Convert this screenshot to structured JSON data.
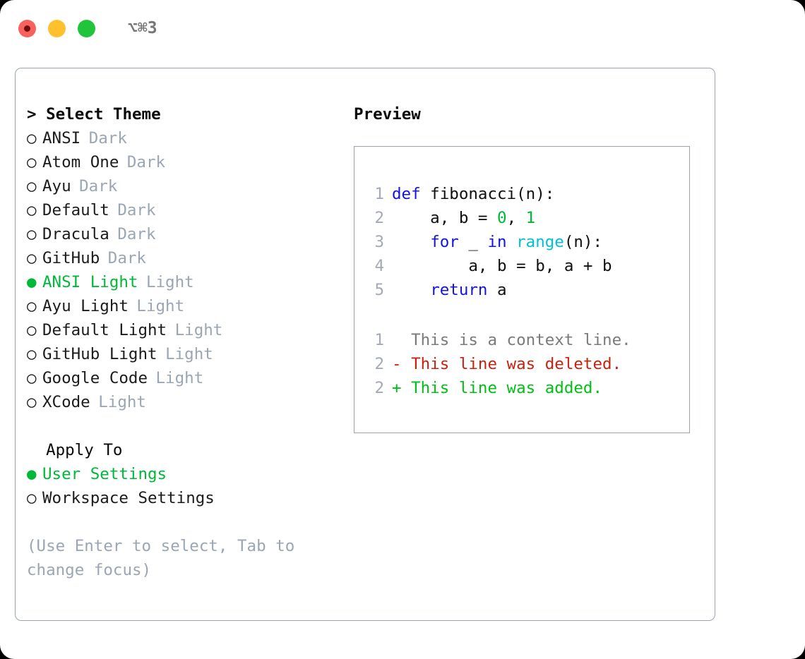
{
  "titlebar": {
    "lights": [
      {
        "name": "close-button",
        "color": "#f9615c"
      },
      {
        "name": "minimize-button",
        "color": "#ffc02e"
      },
      {
        "name": "maximize-button",
        "color": "#22c43c"
      }
    ],
    "shortcut": "⌥⌘3"
  },
  "left": {
    "heading": "> Select Theme",
    "themes": [
      {
        "bullet": "○",
        "name": "ANSI",
        "suffix": "Dark",
        "selected": false
      },
      {
        "bullet": "○",
        "name": "Atom One",
        "suffix": "Dark",
        "selected": false
      },
      {
        "bullet": "○",
        "name": "Ayu",
        "suffix": "Dark",
        "selected": false
      },
      {
        "bullet": "○",
        "name": "Default",
        "suffix": "Dark",
        "selected": false
      },
      {
        "bullet": "○",
        "name": "Dracula",
        "suffix": "Dark",
        "selected": false
      },
      {
        "bullet": "○",
        "name": "GitHub",
        "suffix": "Dark",
        "selected": false
      },
      {
        "bullet": "●",
        "name": "ANSI Light",
        "suffix": "Light",
        "selected": true
      },
      {
        "bullet": "○",
        "name": "Ayu Light",
        "suffix": "Light",
        "selected": false
      },
      {
        "bullet": "○",
        "name": "Default Light",
        "suffix": "Light",
        "selected": false
      },
      {
        "bullet": "○",
        "name": "GitHub Light",
        "suffix": "Light",
        "selected": false
      },
      {
        "bullet": "○",
        "name": "Google Code",
        "suffix": "Light",
        "selected": false
      },
      {
        "bullet": "○",
        "name": "XCode",
        "suffix": "Light",
        "selected": false
      }
    ],
    "apply_heading": "  Apply To",
    "apply_options": [
      {
        "bullet": "●",
        "name": "User Settings",
        "selected": true
      },
      {
        "bullet": "○",
        "name": "Workspace Settings",
        "selected": false
      }
    ],
    "hint": "(Use Enter to select, Tab to change focus)"
  },
  "right": {
    "title": "Preview",
    "code": [
      {
        "no": "1",
        "tokens": [
          {
            "t": "def",
            "c": "kw"
          },
          {
            "t": " fibonacci(n):",
            "c": "pln"
          }
        ]
      },
      {
        "no": "2",
        "tokens": [
          {
            "t": "    a, b = ",
            "c": "pln"
          },
          {
            "t": "0",
            "c": "num"
          },
          {
            "t": ", ",
            "c": "pln"
          },
          {
            "t": "1",
            "c": "num"
          }
        ]
      },
      {
        "no": "3",
        "tokens": [
          {
            "t": "    ",
            "c": "pln"
          },
          {
            "t": "for",
            "c": "kw"
          },
          {
            "t": " _ ",
            "c": "pln"
          },
          {
            "t": "in",
            "c": "kw"
          },
          {
            "t": " ",
            "c": "pln"
          },
          {
            "t": "range",
            "c": "bi"
          },
          {
            "t": "(n):",
            "c": "pln"
          }
        ]
      },
      {
        "no": "4",
        "tokens": [
          {
            "t": "        a, b = b, a + b",
            "c": "pln"
          }
        ]
      },
      {
        "no": "5",
        "tokens": [
          {
            "t": "    ",
            "c": "pln"
          },
          {
            "t": "return",
            "c": "kw"
          },
          {
            "t": " a",
            "c": "pln"
          }
        ]
      }
    ],
    "diff": [
      {
        "no": "1",
        "marker": "  ",
        "text": "This is a context line.",
        "kind": "ctx"
      },
      {
        "no": "2",
        "marker": "- ",
        "text": "This line was deleted.",
        "kind": "del"
      },
      {
        "no": "2",
        "marker": "+ ",
        "text": "This line was added.",
        "kind": "add"
      }
    ]
  },
  "colors": {
    "accent_green": "#00b838",
    "muted": "#9aa6b4",
    "border": "#9aa3b0",
    "keyword": "#1313e0",
    "builtin": "#00c2d1",
    "number": "#00b838",
    "diff_delete": "#c8220f",
    "diff_add": "#00c013",
    "diff_context": "#7a7a7a"
  }
}
